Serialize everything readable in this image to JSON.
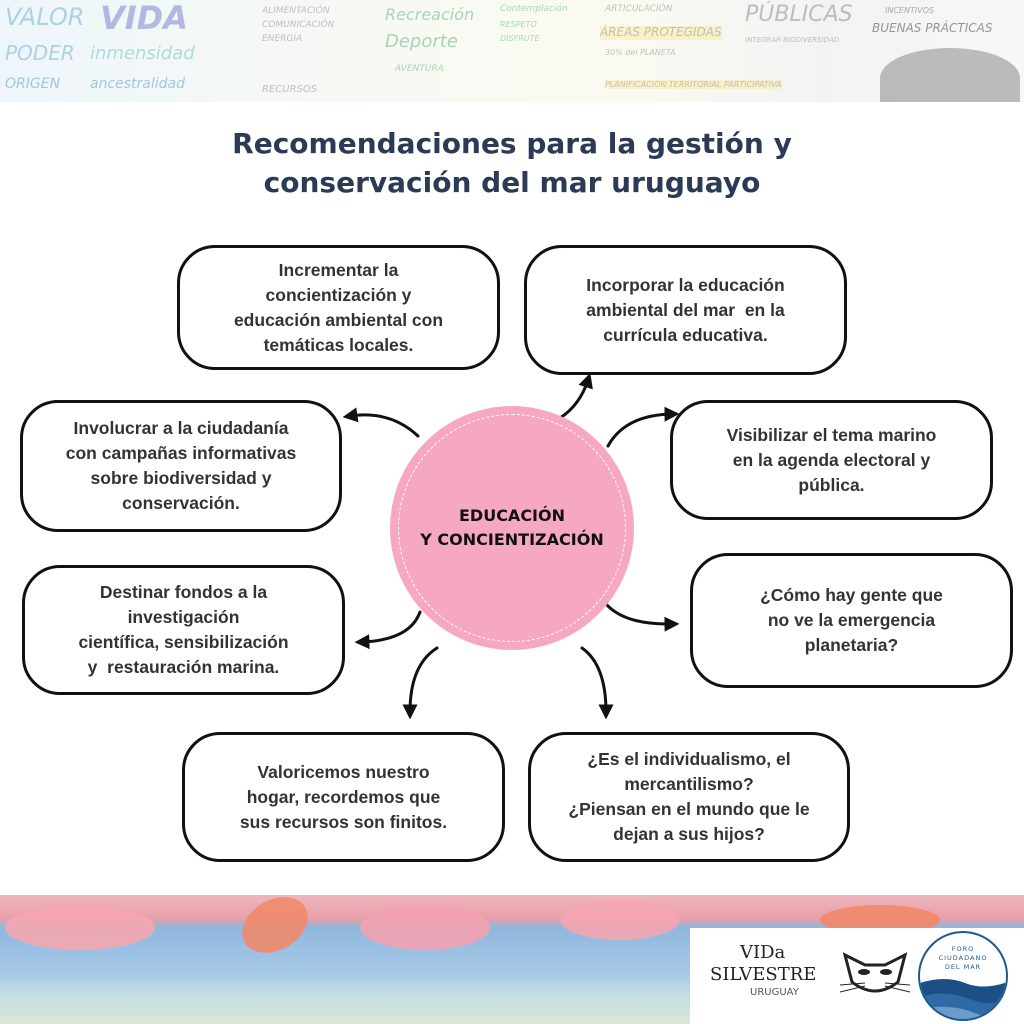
{
  "banner": {
    "words": [
      "VALOR",
      "VIDA",
      "PODER",
      "inmensidad",
      "ORIGEN",
      "ancestralidad",
      "ALIMENTACIÓN",
      "COMUNICACIÓN",
      "ENERGÍA",
      "Recreación",
      "Deporte",
      "AVENTURA",
      "Contemplación",
      "RESPETO",
      "DISFRUTE",
      "ÁREAS PROTEGIDAS",
      "30% del PLANETA",
      "PÚBLICAS",
      "INTEGRAR BIODIVERSIDAD",
      "PLANIFICACIÓN TERRITORIAL PARTICIPATIVA",
      "ARTICULACIÓN",
      "INCENTIVOS",
      "BUENAS PRÁCTICAS",
      "RECURSOS"
    ]
  },
  "title": {
    "line1": "Recomendaciones para la gestión y",
    "line2": "conservación del mar uruguayo"
  },
  "center": {
    "label": "EDUCACIÓN\nY CONCIENTIZACIÓN",
    "color": "#f7a8c1"
  },
  "boxes": [
    {
      "text": "Incrementar la\nconcientización y\neducación ambiental con\ntemáticas locales."
    },
    {
      "text": "Incorporar la educación\nambiental del mar  en la\ncurrícula educativa."
    },
    {
      "text": "Involucrar a la ciudadanía\ncon campañas informativas\nsobre biodiversidad y\nconservación."
    },
    {
      "text": "Visibilizar el tema marino\nen la agenda electoral y\npública."
    },
    {
      "text": "Destinar fondos a la\ninvestigación\ncientífica, sensibilización\ny  restauración marina."
    },
    {
      "text": "¿Cómo hay gente que\nno ve la emergencia\nplanetaria?"
    },
    {
      "text": "Valoricemos nuestro\nhogar, recordemos que\nsus recursos son finitos."
    },
    {
      "text": "¿Es el individualismo, el\nmercantilismo?\n¿Piensan en el mundo que le\ndejan a sus hijos?"
    }
  ],
  "logos": {
    "vida_silvestre": {
      "line1": "VIDa",
      "line2": "SILVESTRE",
      "line3": "URUGUAY"
    },
    "foro": "FORO\nCIUDADANO\nDEL MAR"
  }
}
